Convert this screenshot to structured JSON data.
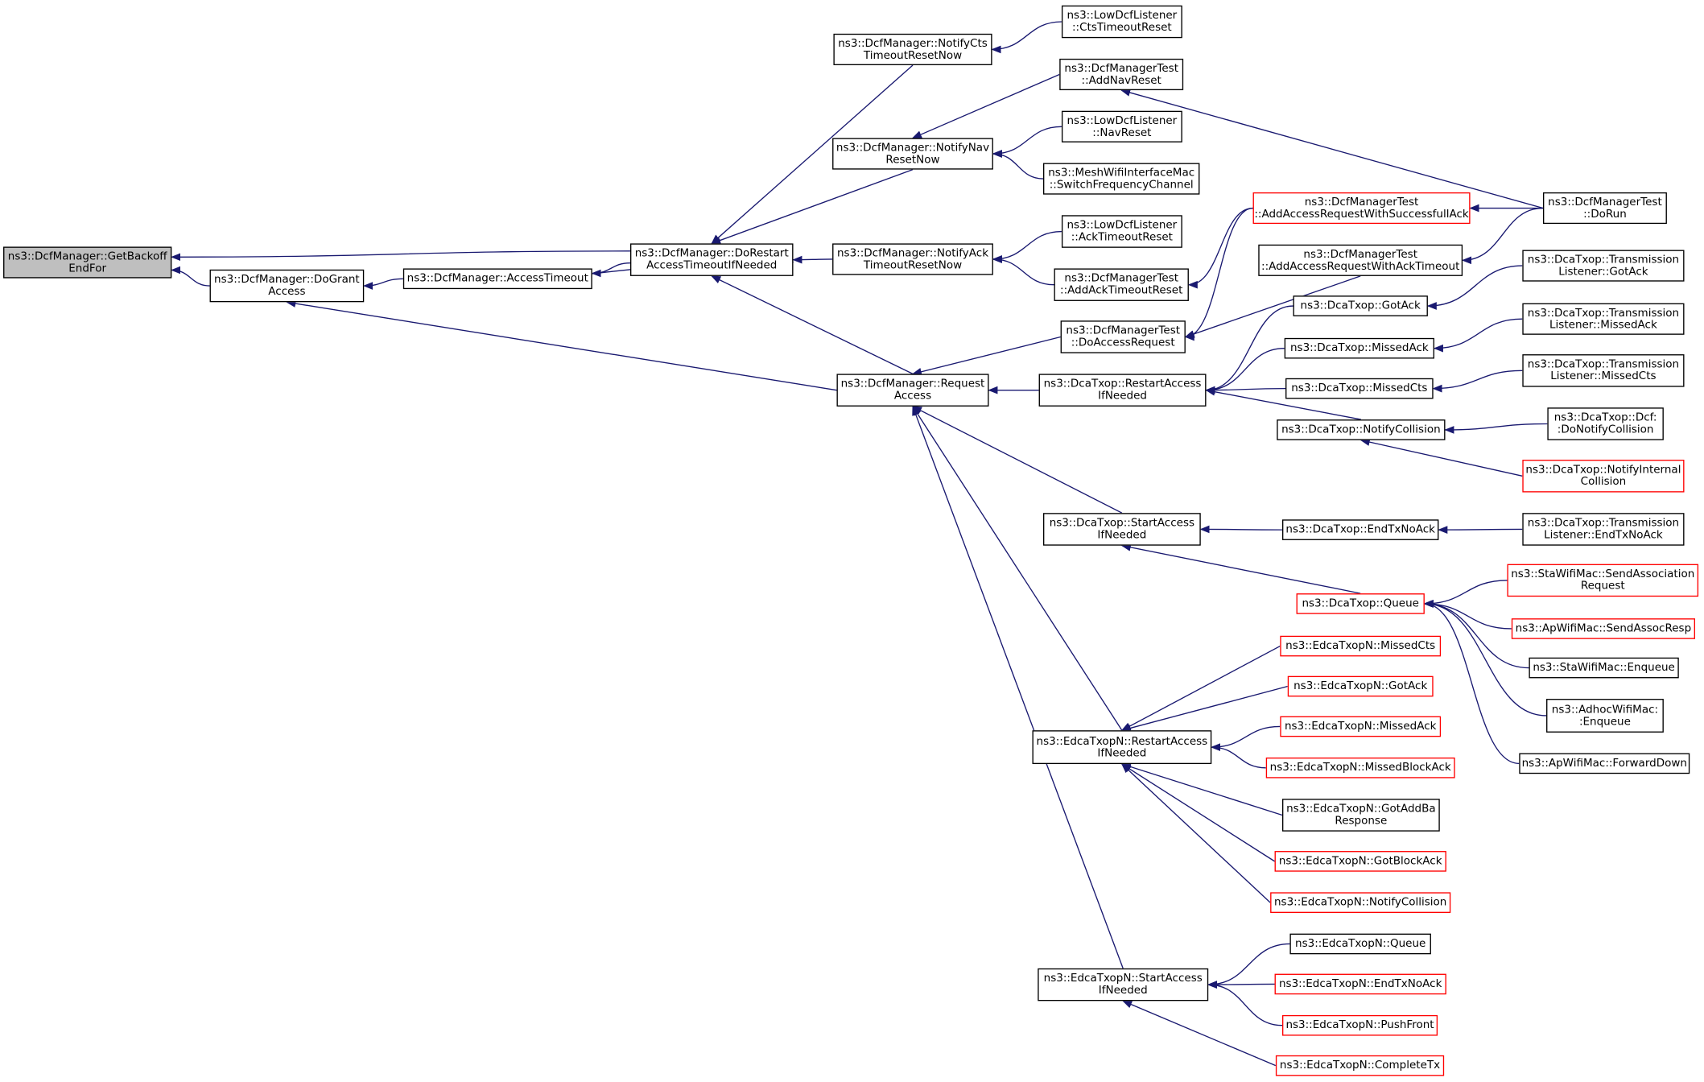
{
  "colors": {
    "edge": "#191970",
    "border_normal": "#000000",
    "border_truncated": "#ff0000",
    "root_fill": "#bfbfbf",
    "background": "#ffffff"
  },
  "nodes": [
    {
      "id": "getbackoff",
      "label": "ns3::DcfManager::GetBackoff\nEndFor",
      "style": "root"
    },
    {
      "id": "dogrant",
      "label": "ns3::DcfManager::DoGrant\nAccess",
      "style": "normal"
    },
    {
      "id": "accesstimeout",
      "label": "ns3::DcfManager::AccessTimeout",
      "style": "normal"
    },
    {
      "id": "dorestart",
      "label": "ns3::DcfManager::DoRestart\nAccessTimeoutIfNeeded",
      "style": "normal"
    },
    {
      "id": "notifycts",
      "label": "ns3::DcfManager::NotifyCts\nTimeoutResetNow",
      "style": "normal"
    },
    {
      "id": "notifynav",
      "label": "ns3::DcfManager::NotifyNav\nResetNow",
      "style": "normal"
    },
    {
      "id": "notifyack",
      "label": "ns3::DcfManager::NotifyAck\nTimeoutResetNow",
      "style": "normal"
    },
    {
      "id": "requestaccess",
      "label": "ns3::DcfManager::Request\nAccess",
      "style": "normal"
    },
    {
      "id": "ctstimeoutreset",
      "label": "ns3::LowDcfListener\n::CtsTimeoutReset",
      "style": "normal"
    },
    {
      "id": "addnavreset",
      "label": "ns3::DcfManagerTest\n::AddNavReset",
      "style": "normal"
    },
    {
      "id": "navreset",
      "label": "ns3::LowDcfListener\n::NavReset",
      "style": "normal"
    },
    {
      "id": "switchfreq",
      "label": "ns3::MeshWifiInterfaceMac\n::SwitchFrequencyChannel",
      "style": "normal"
    },
    {
      "id": "acktimeoutreset",
      "label": "ns3::LowDcfListener\n::AckTimeoutReset",
      "style": "normal"
    },
    {
      "id": "addacktimeoutreset",
      "label": "ns3::DcfManagerTest\n::AddAckTimeoutReset",
      "style": "normal"
    },
    {
      "id": "doaccessrequest",
      "label": "ns3::DcfManagerTest\n::DoAccessRequest",
      "style": "normal"
    },
    {
      "id": "addaccesssuccess",
      "label": "ns3::DcfManagerTest\n::AddAccessRequestWithSuccessfullAck",
      "style": "truncated"
    },
    {
      "id": "addaccessack",
      "label": "ns3::DcfManagerTest\n::AddAccessRequestWithAckTimeout",
      "style": "normal"
    },
    {
      "id": "dorun",
      "label": "ns3::DcfManagerTest\n::DoRun",
      "style": "normal"
    },
    {
      "id": "dca_restart",
      "label": "ns3::DcaTxop::RestartAccess\nIfNeeded",
      "style": "normal"
    },
    {
      "id": "dca_start",
      "label": "ns3::DcaTxop::StartAccess\nIfNeeded",
      "style": "normal"
    },
    {
      "id": "edca_restart",
      "label": "ns3::EdcaTxopN::RestartAccess\nIfNeeded",
      "style": "normal"
    },
    {
      "id": "edca_start",
      "label": "ns3::EdcaTxopN::StartAccess\nIfNeeded",
      "style": "normal"
    },
    {
      "id": "dca_gotack",
      "label": "ns3::DcaTxop::GotAck",
      "style": "normal"
    },
    {
      "id": "dca_missedack",
      "label": "ns3::DcaTxop::MissedAck",
      "style": "normal"
    },
    {
      "id": "dca_missedcts",
      "label": "ns3::DcaTxop::MissedCts",
      "style": "normal"
    },
    {
      "id": "dca_notifycoll",
      "label": "ns3::DcaTxop::NotifyCollision",
      "style": "normal"
    },
    {
      "id": "tl_gotack",
      "label": "ns3::DcaTxop::Transmission\nListener::GotAck",
      "style": "normal"
    },
    {
      "id": "tl_missedack",
      "label": "ns3::DcaTxop::Transmission\nListener::MissedAck",
      "style": "normal"
    },
    {
      "id": "tl_missedcts",
      "label": "ns3::DcaTxop::Transmission\nListener::MissedCts",
      "style": "normal"
    },
    {
      "id": "dcf_donotify",
      "label": "ns3::DcaTxop::Dcf:\n:DoNotifyCollision",
      "style": "normal"
    },
    {
      "id": "dca_notifyinternal",
      "label": "ns3::DcaTxop::NotifyInternal\nCollision",
      "style": "truncated"
    },
    {
      "id": "dca_endtxnoack",
      "label": "ns3::DcaTxop::EndTxNoAck",
      "style": "normal"
    },
    {
      "id": "tl_endtxnoack",
      "label": "ns3::DcaTxop::Transmission\nListener::EndTxNoAck",
      "style": "normal"
    },
    {
      "id": "dca_queue",
      "label": "ns3::DcaTxop::Queue",
      "style": "truncated"
    },
    {
      "id": "sta_sendassoc",
      "label": "ns3::StaWifiMac::SendAssociation\nRequest",
      "style": "truncated"
    },
    {
      "id": "ap_sendassocresp",
      "label": "ns3::ApWifiMac::SendAssocResp",
      "style": "truncated"
    },
    {
      "id": "sta_enqueue",
      "label": "ns3::StaWifiMac::Enqueue",
      "style": "normal"
    },
    {
      "id": "adhoc_enqueue",
      "label": "ns3::AdhocWifiMac:\n:Enqueue",
      "style": "normal"
    },
    {
      "id": "ap_forwarddown",
      "label": "ns3::ApWifiMac::ForwardDown",
      "style": "normal"
    },
    {
      "id": "edca_missedcts",
      "label": "ns3::EdcaTxopN::MissedCts",
      "style": "truncated"
    },
    {
      "id": "edca_gotack",
      "label": "ns3::EdcaTxopN::GotAck",
      "style": "truncated"
    },
    {
      "id": "edca_missedack",
      "label": "ns3::EdcaTxopN::MissedAck",
      "style": "truncated"
    },
    {
      "id": "edca_missedblockack",
      "label": "ns3::EdcaTxopN::MissedBlockAck",
      "style": "truncated"
    },
    {
      "id": "edca_gotaddba",
      "label": "ns3::EdcaTxopN::GotAddBa\nResponse",
      "style": "normal"
    },
    {
      "id": "edca_gotblockack",
      "label": "ns3::EdcaTxopN::GotBlockAck",
      "style": "truncated"
    },
    {
      "id": "edca_notifycoll",
      "label": "ns3::EdcaTxopN::NotifyCollision",
      "style": "truncated"
    },
    {
      "id": "edca_queue",
      "label": "ns3::EdcaTxopN::Queue",
      "style": "normal"
    },
    {
      "id": "edca_endtxnoack",
      "label": "ns3::EdcaTxopN::EndTxNoAck",
      "style": "truncated"
    },
    {
      "id": "edca_pushfront",
      "label": "ns3::EdcaTxopN::PushFront",
      "style": "truncated"
    },
    {
      "id": "edca_completetx",
      "label": "ns3::EdcaTxopN::CompleteTx",
      "style": "truncated"
    }
  ],
  "edges": [
    {
      "from": "dogrant",
      "to": "getbackoff"
    },
    {
      "from": "dorestart",
      "to": "getbackoff"
    },
    {
      "from": "accesstimeout",
      "to": "dogrant"
    },
    {
      "from": "requestaccess",
      "to": "dogrant"
    },
    {
      "from": "dorestart",
      "to": "accesstimeout"
    },
    {
      "from": "accesstimeout",
      "to": "dorestart"
    },
    {
      "from": "notifycts",
      "to": "dorestart"
    },
    {
      "from": "notifynav",
      "to": "dorestart"
    },
    {
      "from": "notifyack",
      "to": "dorestart"
    },
    {
      "from": "requestaccess",
      "to": "dorestart"
    },
    {
      "from": "ctstimeoutreset",
      "to": "notifycts"
    },
    {
      "from": "addnavreset",
      "to": "notifynav"
    },
    {
      "from": "navreset",
      "to": "notifynav"
    },
    {
      "from": "switchfreq",
      "to": "notifynav"
    },
    {
      "from": "acktimeoutreset",
      "to": "notifyack"
    },
    {
      "from": "addacktimeoutreset",
      "to": "notifyack"
    },
    {
      "from": "doaccessrequest",
      "to": "requestaccess"
    },
    {
      "from": "dca_restart",
      "to": "requestaccess"
    },
    {
      "from": "dca_start",
      "to": "requestaccess"
    },
    {
      "from": "edca_restart",
      "to": "requestaccess"
    },
    {
      "from": "edca_start",
      "to": "requestaccess"
    },
    {
      "from": "dorun",
      "to": "addnavreset"
    },
    {
      "from": "dorun",
      "to": "addaccesssuccess"
    },
    {
      "from": "dorun",
      "to": "addaccessack"
    },
    {
      "from": "addaccesssuccess",
      "to": "addacktimeoutreset"
    },
    {
      "from": "addaccesssuccess",
      "to": "doaccessrequest"
    },
    {
      "from": "addaccessack",
      "to": "doaccessrequest"
    },
    {
      "from": "dca_gotack",
      "to": "dca_restart"
    },
    {
      "from": "dca_missedack",
      "to": "dca_restart"
    },
    {
      "from": "dca_missedcts",
      "to": "dca_restart"
    },
    {
      "from": "dca_notifycoll",
      "to": "dca_restart"
    },
    {
      "from": "tl_gotack",
      "to": "dca_gotack"
    },
    {
      "from": "tl_missedack",
      "to": "dca_missedack"
    },
    {
      "from": "tl_missedcts",
      "to": "dca_missedcts"
    },
    {
      "from": "dcf_donotify",
      "to": "dca_notifycoll"
    },
    {
      "from": "dca_notifyinternal",
      "to": "dca_notifycoll"
    },
    {
      "from": "dca_endtxnoack",
      "to": "dca_start"
    },
    {
      "from": "dca_queue",
      "to": "dca_start"
    },
    {
      "from": "tl_endtxnoack",
      "to": "dca_endtxnoack"
    },
    {
      "from": "sta_sendassoc",
      "to": "dca_queue"
    },
    {
      "from": "ap_sendassocresp",
      "to": "dca_queue"
    },
    {
      "from": "sta_enqueue",
      "to": "dca_queue"
    },
    {
      "from": "adhoc_enqueue",
      "to": "dca_queue"
    },
    {
      "from": "ap_forwarddown",
      "to": "dca_queue"
    },
    {
      "from": "edca_missedcts",
      "to": "edca_restart"
    },
    {
      "from": "edca_gotack",
      "to": "edca_restart"
    },
    {
      "from": "edca_missedack",
      "to": "edca_restart"
    },
    {
      "from": "edca_missedblockack",
      "to": "edca_restart"
    },
    {
      "from": "edca_gotaddba",
      "to": "edca_restart"
    },
    {
      "from": "edca_gotblockack",
      "to": "edca_restart"
    },
    {
      "from": "edca_notifycoll",
      "to": "edca_restart"
    },
    {
      "from": "edca_queue",
      "to": "edca_start"
    },
    {
      "from": "edca_endtxnoack",
      "to": "edca_start"
    },
    {
      "from": "edca_pushfront",
      "to": "edca_start"
    },
    {
      "from": "edca_completetx",
      "to": "edca_start"
    }
  ]
}
